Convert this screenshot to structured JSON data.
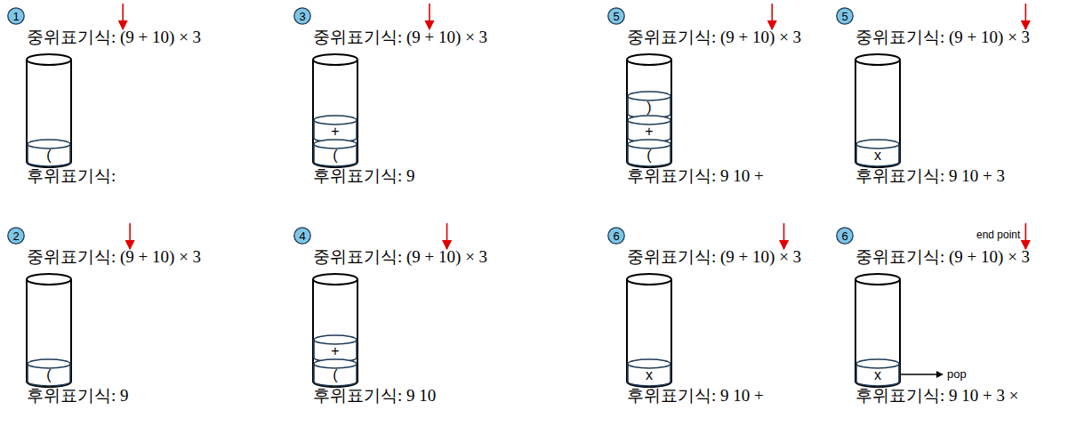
{
  "diagram": {
    "nodes": [
      {
        "text": [
          "1"
        ]
      },
      {
        "text": [
          "("
        ]
      },
      {
        "text": [
          "3"
        ]
      },
      {
        "text": [
          "+"
        ]
      },
      {
        "text": [
          "("
        ]
      },
      {
        "text": [
          "5"
        ]
      },
      {
        "text": [
          ")"
        ]
      },
      {
        "text": [
          "+"
        ]
      },
      {
        "text": [
          "("
        ]
      },
      {
        "text": [
          "5"
        ]
      },
      {
        "text": [
          "x"
        ]
      },
      {
        "text": [
          "2"
        ]
      },
      {
        "text": [
          "("
        ]
      },
      {
        "text": [
          "4"
        ]
      },
      {
        "text": [
          "+"
        ]
      },
      {
        "text": [
          "("
        ]
      },
      {
        "text": [
          "6"
        ]
      },
      {
        "text": [
          "x"
        ]
      },
      {
        "text": [
          "6"
        ]
      },
      {
        "text": [
          "x"
        ]
      }
    ],
    "labels": [
      "중위표기식: (9 + 10) × 3",
      "후위표기식:",
      "중위표기식: (9 + 10) × 3",
      "후위표기식: 9",
      "중위표기식: (9 + 10) × 3",
      "후위표기식: 9 10 +",
      "중위표기식: (9 + 10) × 3",
      "후위표기식: 9 10 + 3",
      "중위표기식: (9 + 10) × 3",
      "후위표기식: 9",
      "중위표기식: (9 + 10) × 3",
      "후위표기식: 9 10",
      "중위표기식: (9 + 10) × 3",
      "후위표기식: 9 10 +",
      "end point",
      "중위표기식: (9 + 10) × 3",
      "후위표기식: 9 10 + 3 ×",
      "pop"
    ]
  }
}
